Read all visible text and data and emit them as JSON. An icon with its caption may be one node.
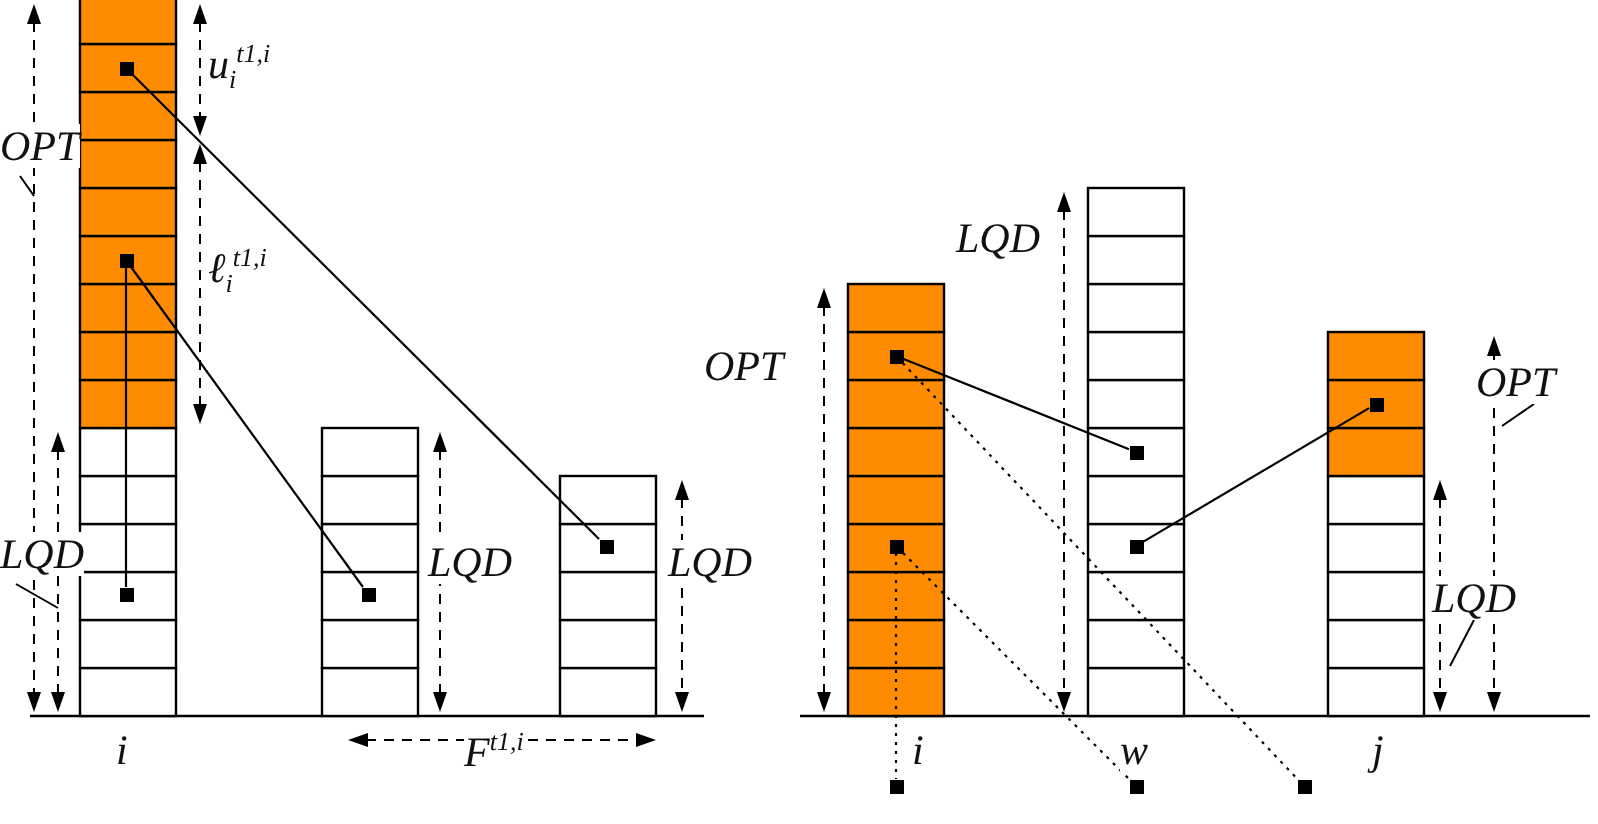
{
  "diagram": {
    "nodes": [
      {
        "text": [],
        "shape": "box"
      },
      {
        "text": [],
        "shape": "box"
      },
      {
        "text": [],
        "shape": "box"
      },
      {
        "text": [],
        "shape": "box"
      },
      {
        "text": [],
        "shape": "box"
      },
      {
        "text": [],
        "shape": "box"
      },
      {
        "text": [],
        "shape": "box"
      },
      {
        "text": [],
        "shape": "box"
      },
      {
        "text": [],
        "shape": "box"
      },
      {
        "text": [],
        "shape": "box"
      },
      {
        "text": [],
        "shape": "box"
      },
      {
        "text": [],
        "shape": "box"
      },
      {
        "text": [],
        "shape": "box"
      }
    ],
    "edges": [
      {
        "from": 0,
        "to": 4,
        "arrow": "none"
      },
      {
        "from": 1,
        "to": 2,
        "arrow": "none"
      },
      {
        "from": 1,
        "to": 3,
        "arrow": "none"
      },
      {
        "from": 5,
        "to": 7,
        "arrow": "none"
      },
      {
        "from": 8,
        "to": 9,
        "arrow": "none"
      },
      {
        "from": 5,
        "to": 12,
        "arrow": "none",
        "style": "dashed"
      },
      {
        "from": 6,
        "to": 10,
        "arrow": "none",
        "style": "dashed"
      },
      {
        "from": 6,
        "to": 11,
        "arrow": "none",
        "style": "dashed"
      }
    ],
    "labels": [
      "u$_{i}$$^{t1,i}$",
      "OPT",
      "ℓ$_{i}$$^{t1,i}$",
      "LQD",
      "OPT",
      "OPT",
      "LQD",
      "LQD",
      "LQD",
      "LQD",
      "i",
      "F$^{t1,i}$",
      "i",
      "w",
      "j"
    ]
  }
}
